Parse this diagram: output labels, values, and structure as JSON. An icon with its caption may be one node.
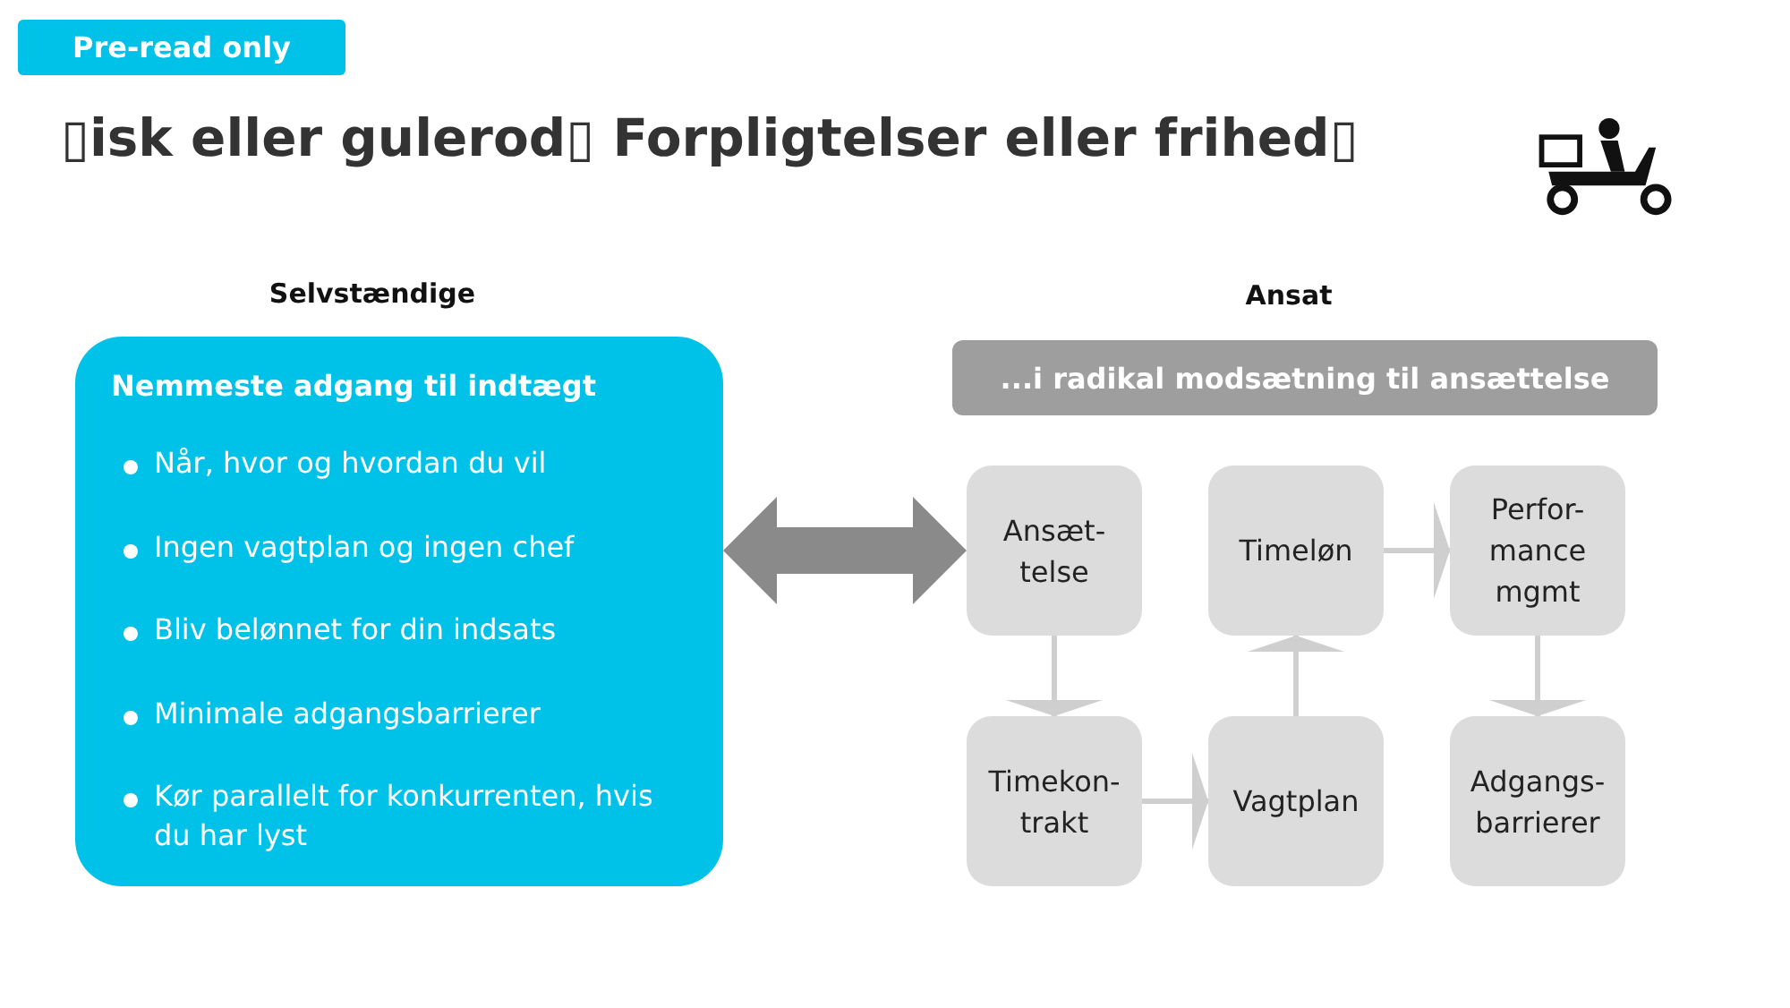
{
  "diagram": {
    "title": "▯isk eller gulerod▯ Forpligtelser eller frihed▯",
    "nodes": [
      {
        "text": [
          "Selvstændige",
          "Nemmeste adgang til indtægt",
          "Når, hvor og hvordan du vil",
          "Ingen vagtplan og ingen chef",
          "Bliv belønnet for din indsats",
          "Minimale adgangsbarrierer",
          "Kør parallelt for konkurrenten, hvis du har lyst"
        ]
      },
      {
        "text": [
          "...i radikal modsætning til ansættelse"
        ]
      },
      {
        "text": [
          "Ansæt- telse"
        ]
      },
      {
        "text": [
          "Timeløn"
        ]
      },
      {
        "text": [
          "Perfor- mance mgmt"
        ]
      },
      {
        "text": [
          "Timekon- trakt"
        ]
      },
      {
        "text": [
          "Vagtplan"
        ]
      },
      {
        "text": [
          "Adgangs- barrierer"
        ]
      }
    ],
    "edges": [
      {
        "from": 0,
        "to": 2,
        "arrow": "both",
        "style": "thick"
      },
      {
        "from": 2,
        "to": 5,
        "arrow": "to"
      },
      {
        "from": 5,
        "to": 6,
        "arrow": "to"
      },
      {
        "from": 6,
        "to": 3,
        "arrow": "to"
      },
      {
        "from": 3,
        "to": 4,
        "arrow": "to"
      },
      {
        "from": 4,
        "to": 7,
        "arrow": "to"
      }
    ],
    "labels": [
      "Pre-read only",
      "Ansat"
    ]
  }
}
